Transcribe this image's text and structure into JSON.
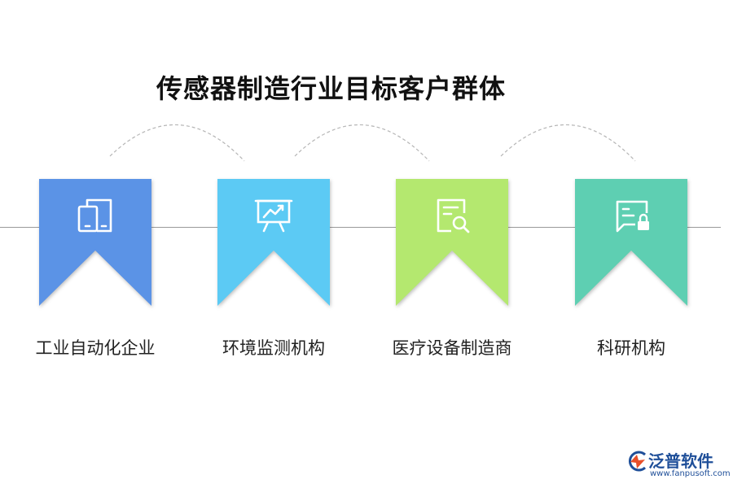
{
  "title": "传感器制造行业目标客户群体",
  "items": [
    {
      "label": "工业自动化企业",
      "color": "#5b93e6",
      "icon": "mobile-devices-icon"
    },
    {
      "label": "环境监测机构",
      "color": "#5ccaf4",
      "icon": "presentation-chart-icon"
    },
    {
      "label": "医疗设备制造商",
      "color": "#b4e86f",
      "icon": "document-search-icon"
    },
    {
      "label": "科研机构",
      "color": "#5ecfb2",
      "icon": "chat-lock-icon"
    }
  ],
  "logo": {
    "text": "泛普软件",
    "url": "www.fanpusoft.com",
    "color": "#1f4f99",
    "accent": "#e8502a"
  }
}
